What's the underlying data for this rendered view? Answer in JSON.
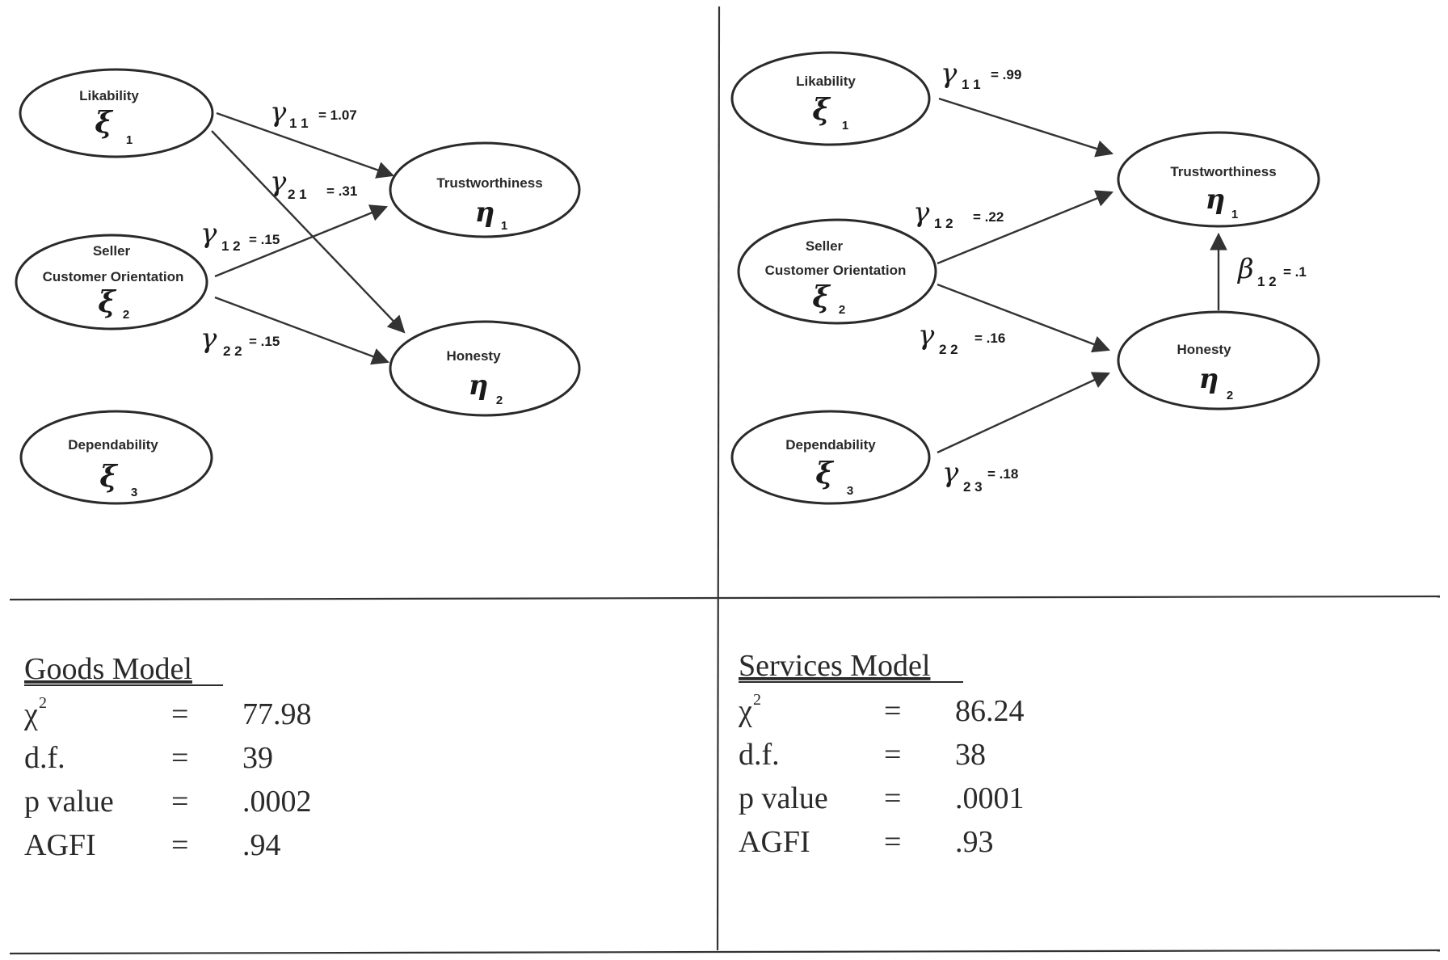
{
  "goods": {
    "nodes": {
      "likability": {
        "label": "Likability",
        "symbol": "ξ",
        "sub": "1"
      },
      "seller_line1": "Seller",
      "seller_line2": "Customer Orientation",
      "seller": {
        "symbol": "ξ",
        "sub": "2"
      },
      "dependability": {
        "label": "Dependability",
        "symbol": "ξ",
        "sub": "3"
      },
      "trust": {
        "label": "Trustworthiness",
        "symbol": "η",
        "sub": "1"
      },
      "honesty": {
        "label": "Honesty",
        "symbol": "η",
        "sub": "2"
      }
    },
    "paths": {
      "g11": {
        "symbol": "γ",
        "sub": "1 1",
        "value": "= 1.07"
      },
      "g21": {
        "symbol": "γ",
        "sub": "2 1",
        "value": "= .31"
      },
      "g12": {
        "symbol": "γ",
        "sub": "1 2",
        "value": "= .15"
      },
      "g22": {
        "symbol": "γ",
        "sub": "2 2",
        "value": "= .15"
      }
    },
    "stats": {
      "title": "Goods Model",
      "rows": [
        {
          "label": "χ",
          "sup": "2",
          "eq": "=",
          "value": "77.98"
        },
        {
          "label": "d.f.",
          "eq": "=",
          "value": "39"
        },
        {
          "label": "p value",
          "eq": "=",
          "value": ".0002"
        },
        {
          "label": "AGFI",
          "eq": "=",
          "value": ".94"
        }
      ]
    }
  },
  "services": {
    "nodes": {
      "likability": {
        "label": "Likability",
        "symbol": "ξ",
        "sub": "1"
      },
      "seller_line1": "Seller",
      "seller_line2": "Customer Orientation",
      "seller": {
        "symbol": "ξ",
        "sub": "2"
      },
      "dependability": {
        "label": "Dependability",
        "symbol": "ξ",
        "sub": "3"
      },
      "trust": {
        "label": "Trustworthiness",
        "symbol": "η",
        "sub": "1"
      },
      "honesty": {
        "label": "Honesty",
        "symbol": "η",
        "sub": "2"
      }
    },
    "paths": {
      "g11": {
        "symbol": "γ",
        "sub": "1 1",
        "value": "= .99"
      },
      "g12": {
        "symbol": "γ",
        "sub": "1 2",
        "value": "= .22"
      },
      "g22": {
        "symbol": "γ",
        "sub": "2 2",
        "value": "= .16"
      },
      "g23": {
        "symbol": "γ",
        "sub": "2 3",
        "value": "= .18"
      },
      "b12": {
        "symbol": "β",
        "sub": "1 2",
        "value": "= .1"
      }
    },
    "stats": {
      "title": "Services Model",
      "rows": [
        {
          "label": "χ",
          "sup": "2",
          "eq": "=",
          "value": "86.24"
        },
        {
          "label": "d.f.",
          "eq": "=",
          "value": "38"
        },
        {
          "label": "p value",
          "eq": "=",
          "value": ".0001"
        },
        {
          "label": "AGFI",
          "eq": "=",
          "value": ".93"
        }
      ]
    }
  }
}
